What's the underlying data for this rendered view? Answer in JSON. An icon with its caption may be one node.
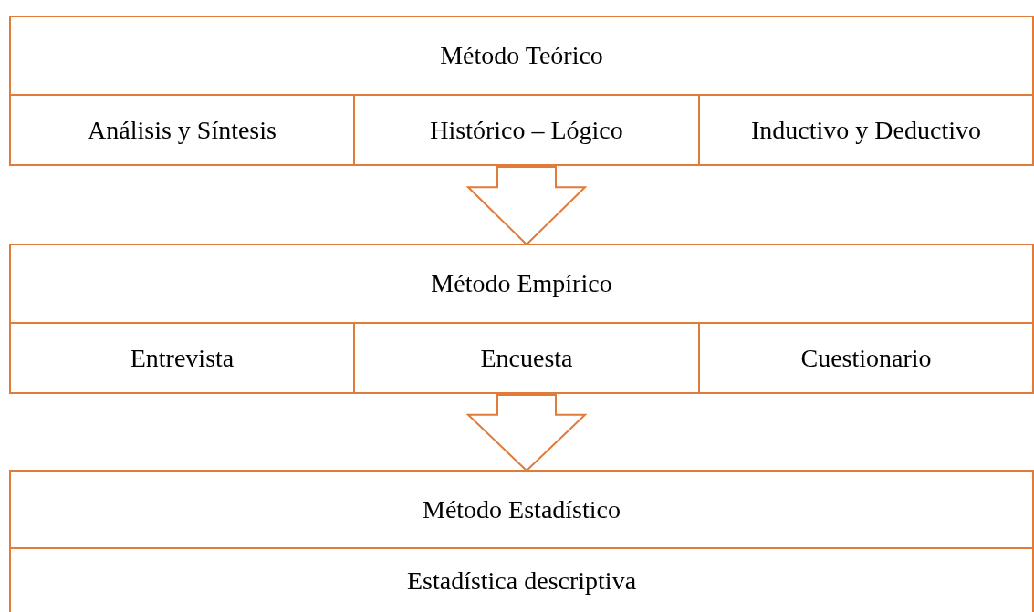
{
  "diagram": {
    "nodes": [
      {
        "text": [
          "Método Teórico"
        ]
      },
      {
        "text": [
          "Análisis y Síntesis"
        ]
      },
      {
        "text": [
          "Histórico – Lógico"
        ]
      },
      {
        "text": [
          "Inductivo y Deductivo"
        ]
      },
      {
        "text": [
          "Método Empírico"
        ]
      },
      {
        "text": [
          "Entrevista"
        ]
      },
      {
        "text": [
          "Encuesta"
        ]
      },
      {
        "text": [
          "Cuestionario"
        ]
      },
      {
        "text": [
          "Método Estadístico"
        ]
      },
      {
        "text": [
          "Estadística descriptiva"
        ]
      }
    ],
    "edges": [
      {
        "from": 2,
        "to": 4,
        "arrow": "to"
      },
      {
        "from": 6,
        "to": 8,
        "arrow": "to"
      }
    ]
  }
}
